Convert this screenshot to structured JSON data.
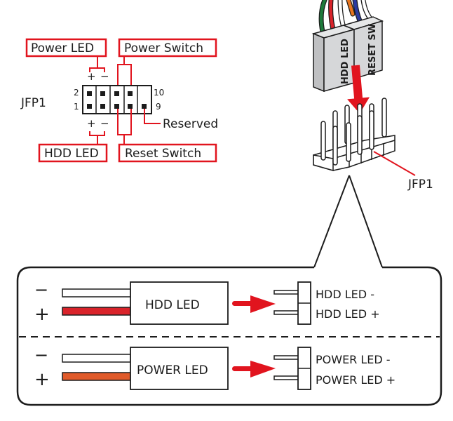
{
  "colors": {
    "accent_red": "#e1141e",
    "wire_red": "#d9232a",
    "wire_orange": "#e05a2a",
    "wire_green": "#1d7a3a",
    "wire_blue": "#2a3aa0",
    "wire_orange_top": "#e8751f",
    "connector_gray": "#cfd0d2",
    "text": "#1c1c1c"
  },
  "pinout": {
    "header_name": "JFP1",
    "pin_numbers": {
      "top_left": "2",
      "bottom_left": "1",
      "top_right": "10",
      "bottom_right": "9"
    },
    "callouts": {
      "power_led": "Power LED",
      "power_switch": "Power Switch",
      "hdd_led": "HDD LED",
      "reset_switch": "Reset Switch",
      "reserved": "Reserved"
    },
    "polarity_top": {
      "plus": "+",
      "minus": "−"
    },
    "polarity_bottom": {
      "plus": "+",
      "minus": "−"
    }
  },
  "connector_3d": {
    "plug_labels": [
      "HDD LED",
      "RESET SW"
    ],
    "header_label": "JFP1"
  },
  "detail_panel": {
    "rows": [
      {
        "minus_symbol": "−",
        "plus_symbol": "+",
        "box_label": "HDD LED",
        "pin_labels": [
          "HDD LED -",
          "HDD LED +"
        ]
      },
      {
        "minus_symbol": "−",
        "plus_symbol": "+",
        "box_label": "POWER LED",
        "pin_labels": [
          "POWER LED -",
          "POWER LED +"
        ]
      }
    ]
  }
}
